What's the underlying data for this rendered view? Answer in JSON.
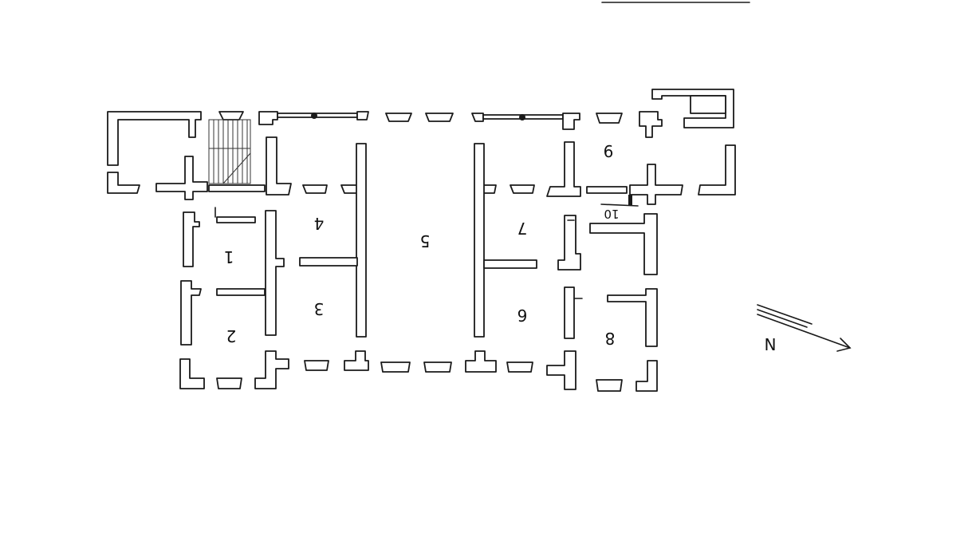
{
  "plan": {
    "rooms": [
      {
        "id": "room-1",
        "label": "1"
      },
      {
        "id": "room-2",
        "label": "2"
      },
      {
        "id": "room-3",
        "label": "3"
      },
      {
        "id": "room-4",
        "label": "4"
      },
      {
        "id": "room-5",
        "label": "5"
      },
      {
        "id": "room-6",
        "label": "6"
      },
      {
        "id": "room-7",
        "label": "7"
      },
      {
        "id": "room-8",
        "label": "8"
      },
      {
        "id": "room-9",
        "label": "9"
      },
      {
        "id": "room-10",
        "label": "10"
      }
    ],
    "north_arrow": {
      "label": "N"
    }
  }
}
